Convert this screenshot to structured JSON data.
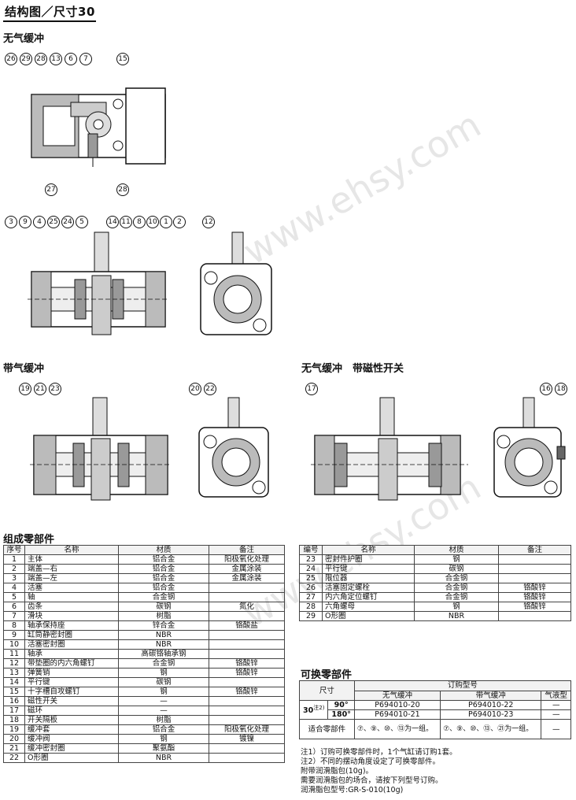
{
  "page_title": "结构图／尺寸30",
  "sections": {
    "no_cushion": "无气缓冲",
    "with_cushion": "带气缓冲",
    "no_cushion_switch": "无气缓冲　带磁性开关",
    "components": "组成零部件",
    "replacement": "可换零部件"
  },
  "watermark": "www.ehsy.com",
  "callouts": {
    "top": [
      "26",
      "29",
      "28",
      "13",
      "6",
      "7",
      "15"
    ],
    "top_bottom": [
      "27",
      "28"
    ],
    "mid_left": [
      "3",
      "9",
      "4",
      "25",
      "24",
      "5",
      "14",
      "11",
      "8",
      "10",
      "1",
      "2"
    ],
    "mid_right": [
      "12"
    ],
    "cushion_left": [
      "19",
      "21",
      "23"
    ],
    "cushion_right": [
      "20",
      "22"
    ],
    "switch_left": [
      "17"
    ],
    "switch_right": [
      "16",
      "18"
    ]
  },
  "parts_header": [
    "序号",
    "名称",
    "材质",
    "备注"
  ],
  "parts": [
    [
      "1",
      "主体",
      "铝合金",
      "阳极氧化处理"
    ],
    [
      "2",
      "端盖—右",
      "铝合金",
      "金属涂装"
    ],
    [
      "3",
      "端盖—左",
      "铝合金",
      "金属涂装"
    ],
    [
      "4",
      "活塞",
      "铝合金",
      ""
    ],
    [
      "5",
      "轴",
      "合金钢",
      ""
    ],
    [
      "6",
      "齿条",
      "碳钢",
      "氮化"
    ],
    [
      "7",
      "滑块",
      "树脂",
      ""
    ],
    [
      "8",
      "轴承保持座",
      "锌合金",
      "铬酸盐"
    ],
    [
      "9",
      "缸筒静密封圈",
      "NBR",
      ""
    ],
    [
      "10",
      "活塞密封圈",
      "NBR",
      ""
    ],
    [
      "11",
      "轴承",
      "高碳铬轴承钢",
      ""
    ],
    [
      "12",
      "带垫圈的内六角螺钉",
      "合金钢",
      "铬酸锌"
    ],
    [
      "13",
      "弹簧销",
      "钢",
      "铬酸锌"
    ],
    [
      "14",
      "平行键",
      "碳钢",
      ""
    ],
    [
      "15",
      "十字槽自攻螺钉",
      "钢",
      "铬酸锌"
    ],
    [
      "16",
      "磁性开关",
      "—",
      ""
    ],
    [
      "17",
      "磁环",
      "—",
      ""
    ],
    [
      "18",
      "开关隔板",
      "树脂",
      ""
    ],
    [
      "19",
      "缓冲套",
      "铝合金",
      "阳极氧化处理"
    ],
    [
      "20",
      "缓冲阀",
      "钢",
      "镀镍"
    ],
    [
      "21",
      "缓冲密封圈",
      "聚氨酯",
      ""
    ],
    [
      "22",
      "O形圈",
      "NBR",
      ""
    ]
  ],
  "parts2_header": [
    "编号",
    "名称",
    "材质",
    "备注"
  ],
  "parts2": [
    [
      "23",
      "密封件护圈",
      "钢",
      ""
    ],
    [
      "24",
      "平行键",
      "碳钢",
      ""
    ],
    [
      "25",
      "限位器",
      "合金钢",
      ""
    ],
    [
      "26",
      "活塞固定螺栓",
      "合金钢",
      "铬酸锌"
    ],
    [
      "27",
      "内六角定位螺钉",
      "合金钢",
      "铬酸锌"
    ],
    [
      "28",
      "六角螺母",
      "钢",
      "铬酸锌"
    ],
    [
      "29",
      "O形圈",
      "NBR",
      ""
    ]
  ],
  "replace": {
    "size": "尺寸",
    "order_no": "订购型号",
    "cols": [
      "无气缓冲",
      "带气缓冲",
      "气液型"
    ],
    "size30": "30",
    "note_mark": "注2)",
    "deg90": "90°",
    "deg180": "180°",
    "row90": [
      "P694010-20",
      "P694010-22",
      "—"
    ],
    "row180": [
      "P694010-21",
      "P694010-23",
      "—"
    ],
    "fit_label": "适合零部件",
    "fit1": "⑦、⑨、⑩、⑬为一组。",
    "fit2": "⑦、⑨、⑩、⑬、㉑为一组。",
    "fit3": "—"
  },
  "notes": [
    "注1）订购可换零部件时，1个气缸请订购1套。",
    "注2）不同的摆动角度设定了可换零部件。",
    "附带润滑脂包(10g)。",
    "需要润滑脂包的场合，请按下列型号订购。",
    "润滑脂包型号:GR-S-010(10g)"
  ]
}
